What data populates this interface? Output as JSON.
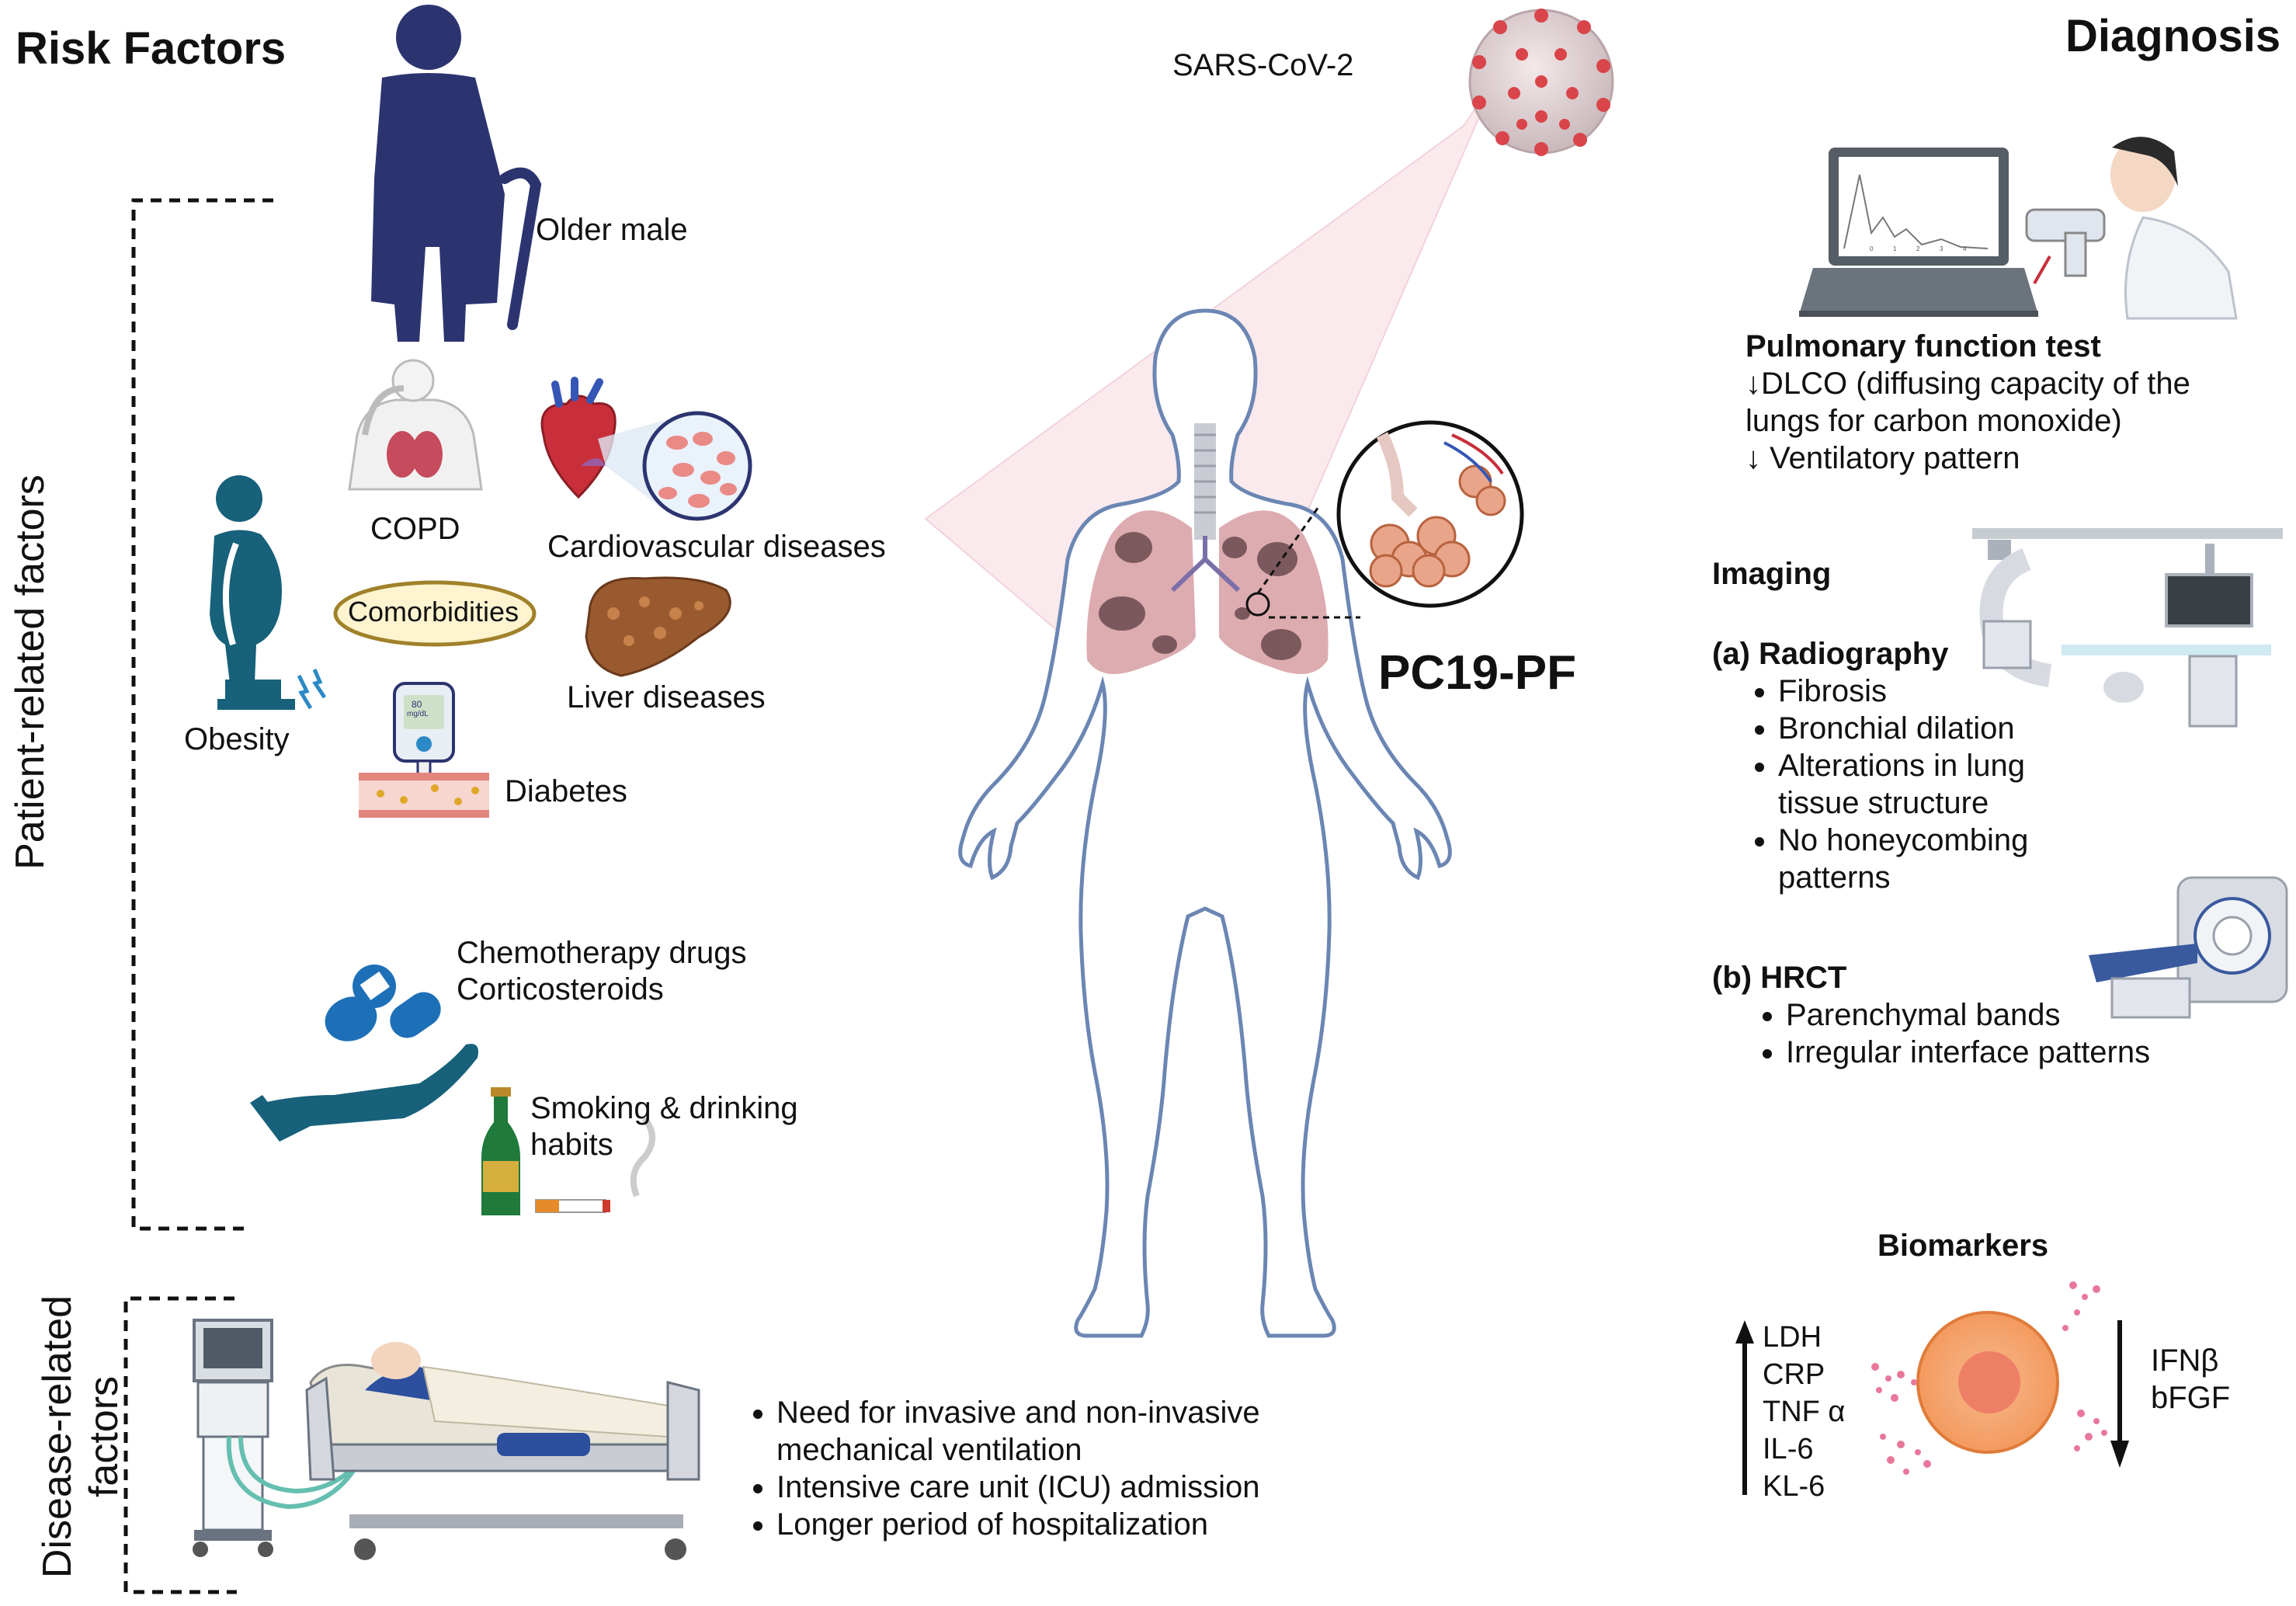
{
  "headings": {
    "risk_factors": "Risk Factors",
    "diagnosis": "Diagnosis"
  },
  "side_labels": {
    "patient_related": "Patient-related factors",
    "disease_related_line1": "Disease-related",
    "disease_related_line2": "factors"
  },
  "patient_factors": {
    "older_male": "Older male",
    "copd": "COPD",
    "cardiovascular": "Cardiovascular diseases",
    "comorbidities": "Comorbidities",
    "obesity": "Obesity",
    "liver": "Liver diseases",
    "diabetes": "Diabetes",
    "glucometer_value": "80",
    "glucometer_unit": "mg/dL",
    "drugs_line1": "Chemotherapy drugs",
    "drugs_line2": "Corticosteroids",
    "smoking_line1": "Smoking & drinking",
    "smoking_line2": "habits"
  },
  "disease_factors": [
    "Need for invasive and non-invasive mechanical ventilation",
    "Intensive care unit (ICU) admission",
    "Longer period of hospitalization"
  ],
  "center": {
    "virus_label": "SARS-CoV-2",
    "disease_label": "PC19-PF"
  },
  "pulmonary_test": {
    "title": "Pulmonary function test",
    "line1": "↓DLCO (diffusing capacity of the",
    "line2": "lungs for carbon monoxide)",
    "line3": "↓ Ventilatory pattern",
    "ticks": [
      "0",
      "1",
      "2",
      "3",
      "4"
    ]
  },
  "imaging": {
    "title": "Imaging",
    "radiography_title": "(a) Radiography",
    "radiography_items": [
      "Fibrosis",
      "Bronchial dilation",
      "Alterations in lung tissue structure",
      "No honeycombing patterns"
    ],
    "hrct_title": "(b) HRCT",
    "hrct_items": [
      "Parenchymal bands",
      "Irregular interface patterns"
    ]
  },
  "biomarkers": {
    "title": "Biomarkers",
    "up": [
      "LDH",
      "CRP",
      "TNF α",
      "IL-6",
      "KL-6"
    ],
    "down": [
      "IFNβ",
      "bFGF"
    ]
  },
  "colors": {
    "navy": "#2c3470",
    "teal": "#17617a",
    "body_outline": "#6b86b3",
    "lung_pink": "#d9a3a7",
    "virus_red": "#d9454a",
    "cell_orange": "#f5a26e",
    "dots_pink": "#e8789a"
  }
}
